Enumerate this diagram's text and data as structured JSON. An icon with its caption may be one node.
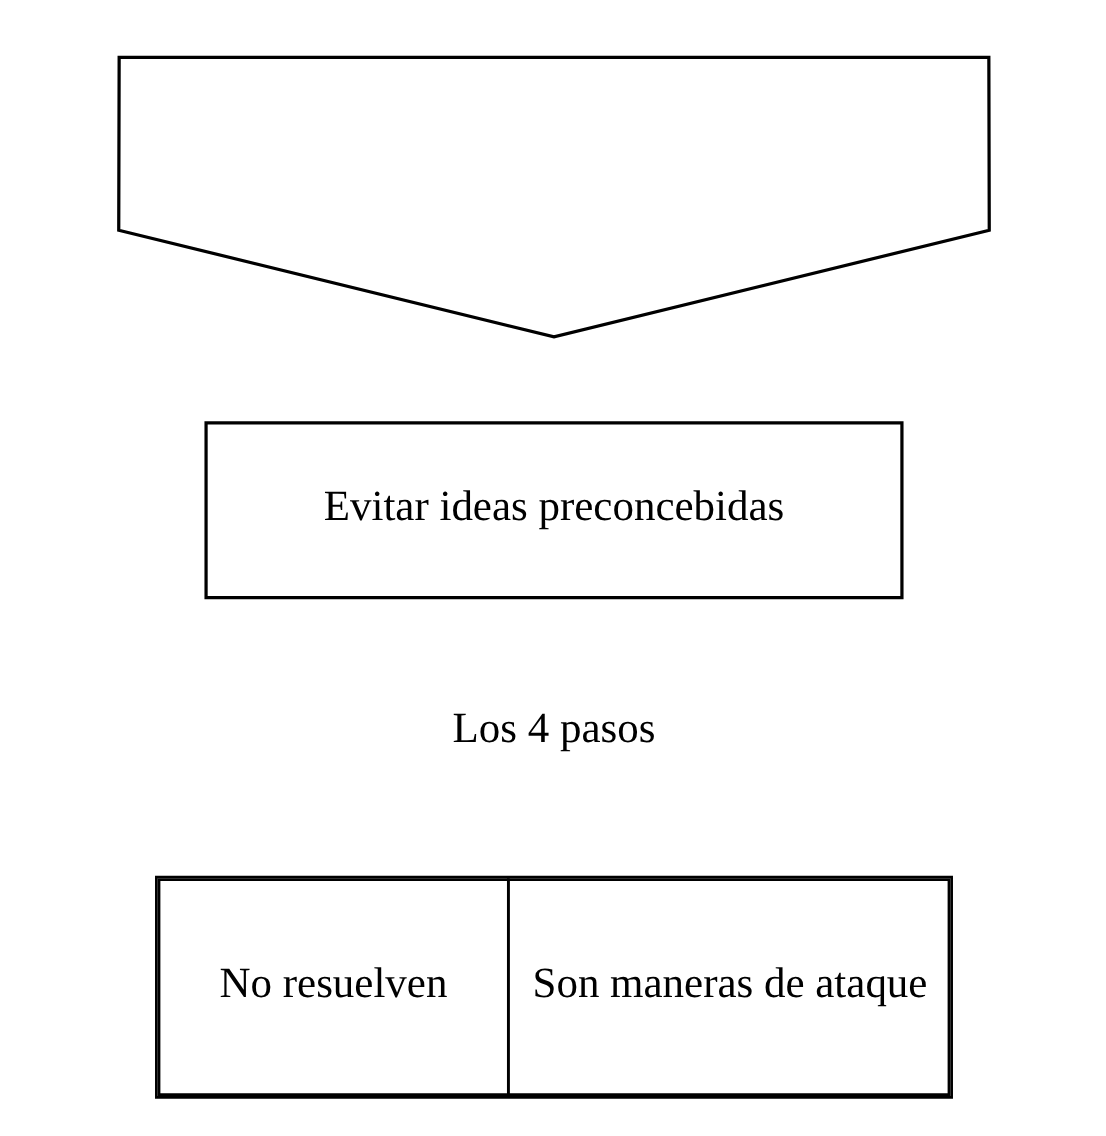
{
  "diagram": {
    "nodes": [
      {
        "text": [],
        "shape": "arrow"
      },
      {
        "text": [
          "Evitar ideas preconcebidas"
        ]
      }
    ],
    "edges": [],
    "labels": [
      "Los 4 pasos",
      "No resuelven",
      "Son maneras de ataque"
    ]
  }
}
